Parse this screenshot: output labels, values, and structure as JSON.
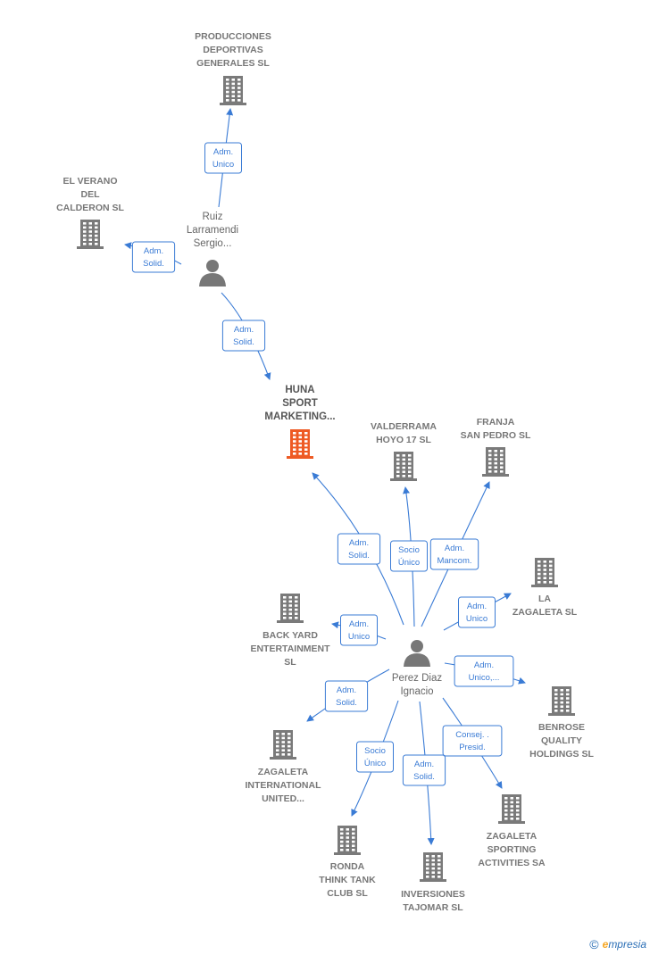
{
  "colors": {
    "edge": "#3a7bd5",
    "company_icon": "#7a7a7a",
    "focus_icon": "#ee5a24",
    "person_icon": "#777777"
  },
  "nodes": [
    {
      "id": "producciones",
      "type": "company",
      "icon": "building-icon",
      "lines": [
        "PRODUCCIONES",
        "DEPORTIVAS",
        "GENERALES SL"
      ]
    },
    {
      "id": "verano",
      "type": "company",
      "icon": "building-icon",
      "lines": [
        "EL VERANO",
        "DEL",
        "CALDERON SL"
      ]
    },
    {
      "id": "ruiz",
      "type": "person",
      "icon": "person-icon",
      "lines": [
        "Ruiz",
        "Larramendi",
        "Sergio..."
      ]
    },
    {
      "id": "huna",
      "type": "focus",
      "icon": "building-icon",
      "lines": [
        "HUNA",
        "SPORT",
        "MARKETING..."
      ]
    },
    {
      "id": "valderrama",
      "type": "company",
      "icon": "building-icon",
      "lines": [
        "VALDERRAMA",
        "HOYO 17  SL"
      ]
    },
    {
      "id": "franja",
      "type": "company",
      "icon": "building-icon",
      "lines": [
        "FRANJA",
        "SAN PEDRO SL"
      ]
    },
    {
      "id": "zagaleta",
      "type": "company",
      "icon": "building-icon",
      "lines": [
        "LA",
        "ZAGALETA SL"
      ]
    },
    {
      "id": "backyard",
      "type": "company",
      "icon": "building-icon",
      "lines": [
        "BACK YARD",
        "ENTERTAINMENT",
        "SL"
      ]
    },
    {
      "id": "perez",
      "type": "person",
      "icon": "person-icon",
      "lines": [
        "Perez Diaz",
        "Ignacio"
      ]
    },
    {
      "id": "benrose",
      "type": "company",
      "icon": "building-icon",
      "lines": [
        "BENROSE",
        "QUALITY",
        "HOLDINGS  SL"
      ]
    },
    {
      "id": "zag_intl",
      "type": "company",
      "icon": "building-icon",
      "lines": [
        "ZAGALETA",
        "INTERNATIONAL",
        "UNITED..."
      ]
    },
    {
      "id": "zag_sporting",
      "type": "company",
      "icon": "building-icon",
      "lines": [
        "ZAGALETA",
        "SPORTING",
        "ACTIVITIES SA"
      ]
    },
    {
      "id": "ronda",
      "type": "company",
      "icon": "building-icon",
      "lines": [
        "RONDA",
        "THINK TANK",
        "CLUB SL"
      ]
    },
    {
      "id": "inversiones",
      "type": "company",
      "icon": "building-icon",
      "lines": [
        "INVERSIONES",
        "TAJOMAR  SL"
      ]
    }
  ],
  "edges": [
    {
      "from": "ruiz",
      "to": "producciones",
      "label": [
        "Adm.",
        "Unico"
      ]
    },
    {
      "from": "ruiz",
      "to": "verano",
      "label": [
        "Adm.",
        "Solid."
      ]
    },
    {
      "from": "ruiz",
      "to": "huna",
      "label": [
        "Adm.",
        "Solid."
      ]
    },
    {
      "from": "perez",
      "to": "huna",
      "label": [
        "Adm.",
        "Solid."
      ]
    },
    {
      "from": "perez",
      "to": "valderrama",
      "label": [
        "Socio",
        "Único"
      ]
    },
    {
      "from": "perez",
      "to": "franja",
      "label": [
        "Adm.",
        "Mancom."
      ]
    },
    {
      "from": "perez",
      "to": "zagaleta",
      "label": [
        "Adm.",
        "Unico"
      ]
    },
    {
      "from": "perez",
      "to": "backyard",
      "label": [
        "Adm.",
        "Unico"
      ]
    },
    {
      "from": "perez",
      "to": "benrose",
      "label": [
        "Adm.",
        "Unico,..."
      ]
    },
    {
      "from": "perez",
      "to": "zag_intl",
      "label": [
        "Adm.",
        "Solid."
      ]
    },
    {
      "from": "perez",
      "to": "zag_sporting",
      "label": [
        "Consej. .",
        "Presid."
      ]
    },
    {
      "from": "perez",
      "to": "ronda",
      "label": [
        "Socio",
        "Único"
      ]
    },
    {
      "from": "perez",
      "to": "inversiones",
      "label": [
        "Adm.",
        "Solid."
      ]
    }
  ],
  "footer": {
    "copyright": "©",
    "brand_initial": "e",
    "brand_rest": "mpresia"
  }
}
